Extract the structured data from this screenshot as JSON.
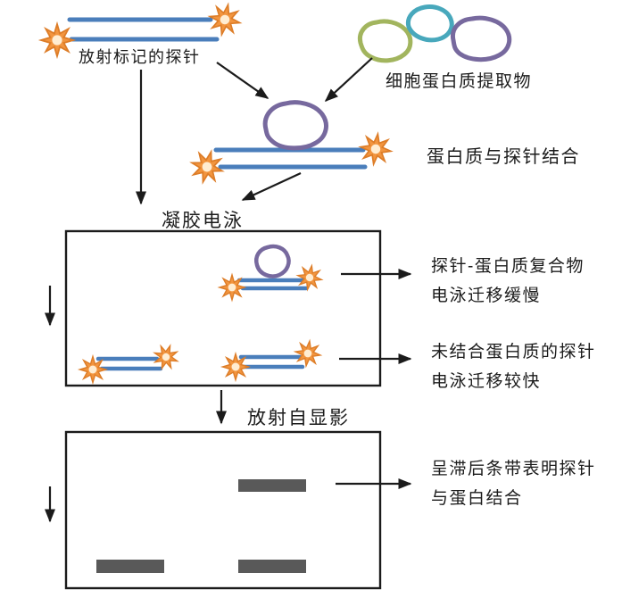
{
  "colors": {
    "ink": "#1b1b1b",
    "dna_blue": "#4a7ebb",
    "star_fill": "#f2953f",
    "star_stroke": "#dd7d28",
    "star_center": "#ffedd2",
    "blob_green": "#a2b55e",
    "blob_teal": "#48a8bc",
    "blob_purple": "#77699e",
    "band_gray": "#595959"
  },
  "icons": {
    "radiolabel_star": "8-point orange starburst marking radioactive label",
    "dna_probe": "two parallel blue lines (double-stranded DNA probe)",
    "protein_blob": "irregular hand-drawn loop outline (protein)",
    "arrow": "black straight arrow with solid triangular head"
  },
  "labels": {
    "probe": "放射标记的探针",
    "cell_extract": "细胞蛋白质提取物",
    "binding": "蛋白质与探针结合",
    "gel_electrophoresis": "凝胶电泳",
    "complex_l1": "探针-蛋白质复合物",
    "complex_l2": "电泳迁移缓慢",
    "free_probe_l1": "未结合蛋白质的探针",
    "free_probe_l2": "电泳迁移较快",
    "autoradiography": "放射自显影",
    "result_l1": "呈滞后条带表明探针",
    "result_l2": "与蛋白结合"
  }
}
